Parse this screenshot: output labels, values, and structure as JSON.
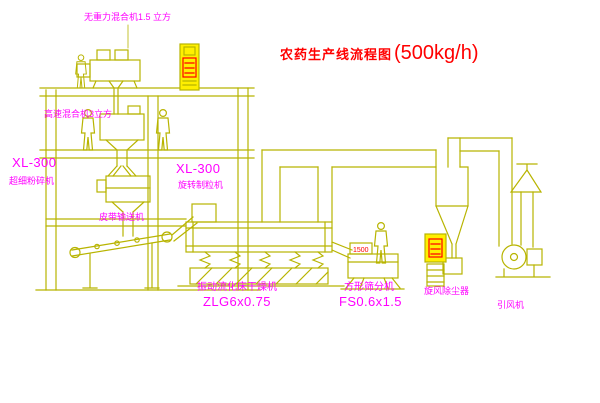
{
  "title": {
    "name": "农药生产线流程图",
    "capacity": "(500kg/h)"
  },
  "labels": {
    "top_mixer": "无重力混合机1.5 立方",
    "high_speed_mixer": "高速混合机3立方",
    "mill_model": "XL-300",
    "mill_name": "超细粉碎机",
    "granulator_model": "XL-300",
    "granulator_name": "旋转制粒机",
    "belt_conveyor": "皮带输送机",
    "dryer_name": "振动流化床干燥机",
    "dryer_model": "ZLG6x0.75",
    "sieve_name": "方形筛分机",
    "sieve_model": "FS0.6x1.5",
    "cyclone": "旋风除尘器",
    "fan": "引风机",
    "sieve_mark": "1500"
  },
  "colors": {
    "line": "#b8b400",
    "label": "#ff00ff",
    "title": "#ff0000",
    "cabinet_fill": "#ffef00",
    "alert": "#ff0000"
  }
}
